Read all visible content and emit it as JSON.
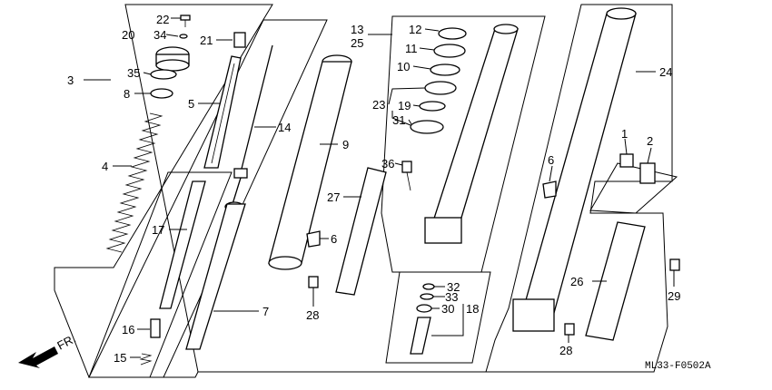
{
  "diagram": {
    "code": "ML33-F0502A",
    "direction_label": "FR.",
    "callouts": {
      "p1": "1",
      "p2": "2",
      "p3": "3",
      "p4": "4",
      "p5": "5",
      "p6a": "6",
      "p6b": "6",
      "p7": "7",
      "p8": "8",
      "p9": "9",
      "p10": "10",
      "p11": "11",
      "p12": "12",
      "p13": "13",
      "p14": "14",
      "p15": "15",
      "p16": "16",
      "p17": "17",
      "p18": "18",
      "p19": "19",
      "p20": "20",
      "p21": "21",
      "p22": "22",
      "p23": "23",
      "p24": "24",
      "p25": "25",
      "p26": "26",
      "p27": "27",
      "p28a": "28",
      "p28b": "28",
      "p29": "29",
      "p30": "30",
      "p31": "31",
      "p32": "32",
      "p33": "33",
      "p34": "34",
      "p35": "35",
      "p36": "36"
    }
  }
}
